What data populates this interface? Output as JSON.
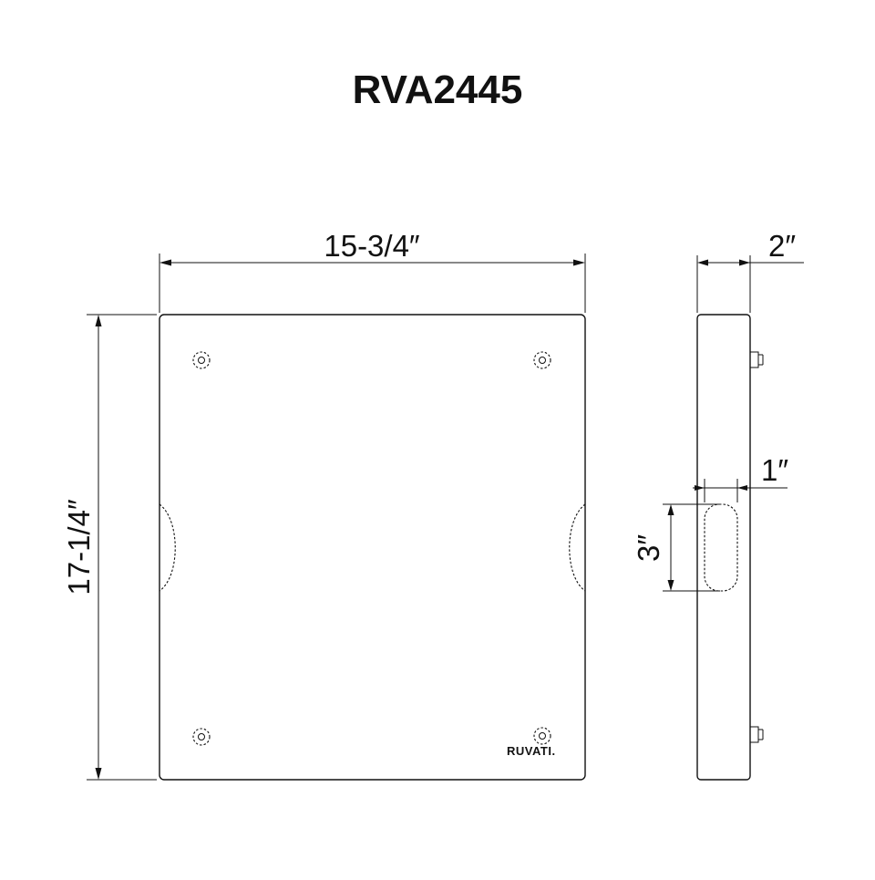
{
  "title": "RVA2445",
  "dimensions": {
    "width": "15-3/4″",
    "height": "17-1/4″",
    "thickness": "2″",
    "handle_depth": "1″",
    "handle_height": "3″"
  },
  "logo_text": "RUVATI."
}
